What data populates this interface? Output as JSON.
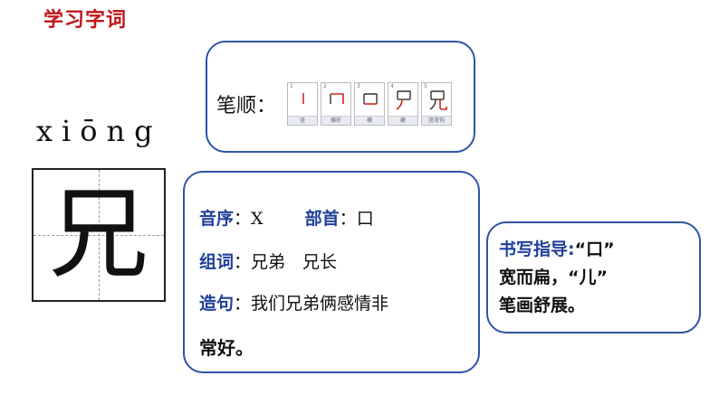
{
  "title": "学习字词",
  "pinyin": "xiōng",
  "character": "兄",
  "stroke_order": {
    "label": "笔顺：",
    "steps": [
      {
        "num": "1",
        "name": "竖"
      },
      {
        "num": "2",
        "name": "横折"
      },
      {
        "num": "3",
        "name": "横"
      },
      {
        "num": "4",
        "name": "撇"
      },
      {
        "num": "5",
        "name": "竖弯钩"
      }
    ]
  },
  "info": {
    "sequence_label": "音序",
    "sequence_value": "X",
    "radical_label": "部首",
    "radical_value": "口",
    "words_label": "组词",
    "words_value": "兄弟　兄长",
    "sentence_label": "造句",
    "sentence_value_line1": "我们兄弟俩感情非",
    "sentence_value_line2": "常好。"
  },
  "guide": {
    "label": "书写指导:",
    "text1": "“口”",
    "text2": "宽而扁，“儿”",
    "text3": "笔画舒展。"
  },
  "colors": {
    "title": "#c0161b",
    "label": "#1f3f99",
    "border": "#2c55a4",
    "stroke_new": "#d2261f"
  }
}
